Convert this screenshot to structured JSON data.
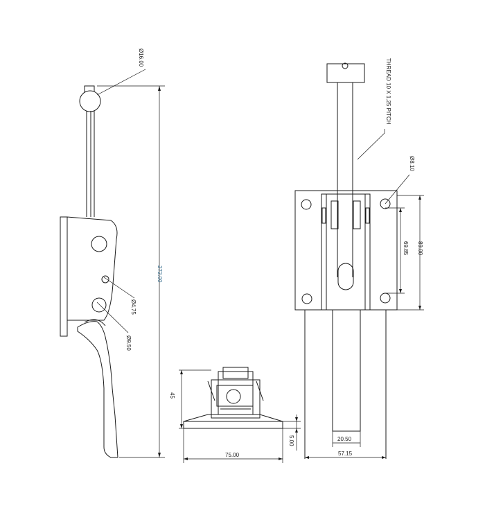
{
  "dimensions": {
    "ball_diameter": "Ø16.00",
    "overall_length": "272.00",
    "small_hole": "Ø4.75",
    "pivot_hole": "Ø9.50",
    "thread_note": "THREAD 10 X 1.25 PITCH",
    "mount_hole": "Ø8.10",
    "hole_spacing_inner": "69.85",
    "hole_spacing_outer": "89.00",
    "height": "45",
    "base_width": "75.00",
    "base_thickness": "5.00",
    "plunger_width": "20.50",
    "plate_width": "57.15"
  },
  "colors": {
    "line": "#1a1a1a",
    "accent_dim": "#3a6f8f"
  }
}
